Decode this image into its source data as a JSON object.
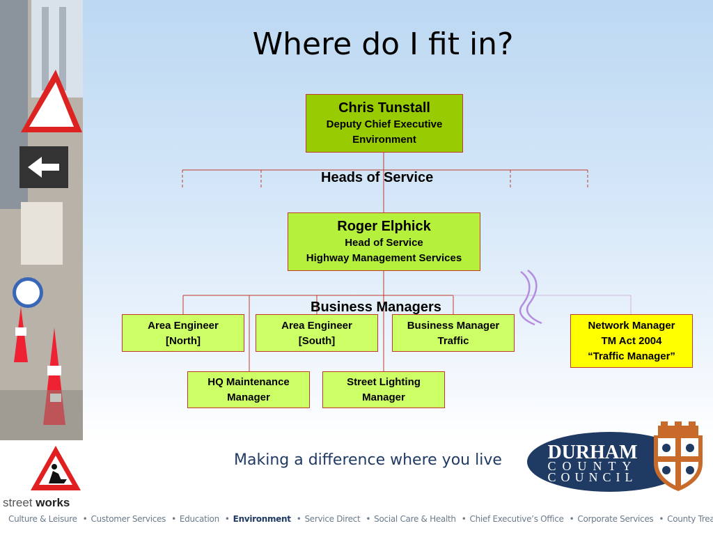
{
  "title": "Where do I fit in?",
  "top_box": {
    "name": "Chris Tunstall",
    "line1": "Deputy Chief Executive",
    "line2": "Environment"
  },
  "heads_of_service_label": "Heads of Service",
  "head_box": {
    "name": "Roger Elphick",
    "line1": "Head of Service",
    "line2": "Highway Management Services"
  },
  "business_managers_label": "Business Managers",
  "managers": [
    {
      "line1": "Area Engineer",
      "line2": "[North]"
    },
    {
      "line1": "Area Engineer",
      "line2": "[South]"
    },
    {
      "line1": "Business Manager",
      "line2": "Traffic"
    }
  ],
  "network_manager": {
    "line1": "Network Manager",
    "line2": "TM Act 2004",
    "line3": "“Traffic Manager”"
  },
  "sub_managers": [
    {
      "line1": "HQ Maintenance",
      "line2": "Manager"
    },
    {
      "line1": "Street Lighting",
      "line2": "Manager"
    }
  ],
  "footer": {
    "slogan": "Making a difference where you live",
    "streetworks_light": "street ",
    "streetworks_bold": "works",
    "logo_lines": [
      "DURHAM",
      "COUNTY",
      "COUNCIL"
    ],
    "nav": [
      {
        "label": "Culture & Leisure",
        "active": false
      },
      {
        "label": "Customer Services",
        "active": false
      },
      {
        "label": "Education",
        "active": false
      },
      {
        "label": "Environment",
        "active": true
      },
      {
        "label": "Service Direct",
        "active": false
      },
      {
        "label": "Social Care & Health",
        "active": false
      },
      {
        "label": "Chief Executive’s Office",
        "active": false
      },
      {
        "label": "Corporate Services",
        "active": false
      },
      {
        "label": "County Treasurer",
        "active": false
      }
    ],
    "separator": "•"
  },
  "colors": {
    "connector": "#c0392b",
    "network_connector": "#d8c8e8",
    "squiggle": "#b48ce0",
    "text_navy": "#1f3a63"
  },
  "icons": [
    "roadworks-warning-icon",
    "durham-crest-icon",
    "squiggle-break-icon"
  ]
}
